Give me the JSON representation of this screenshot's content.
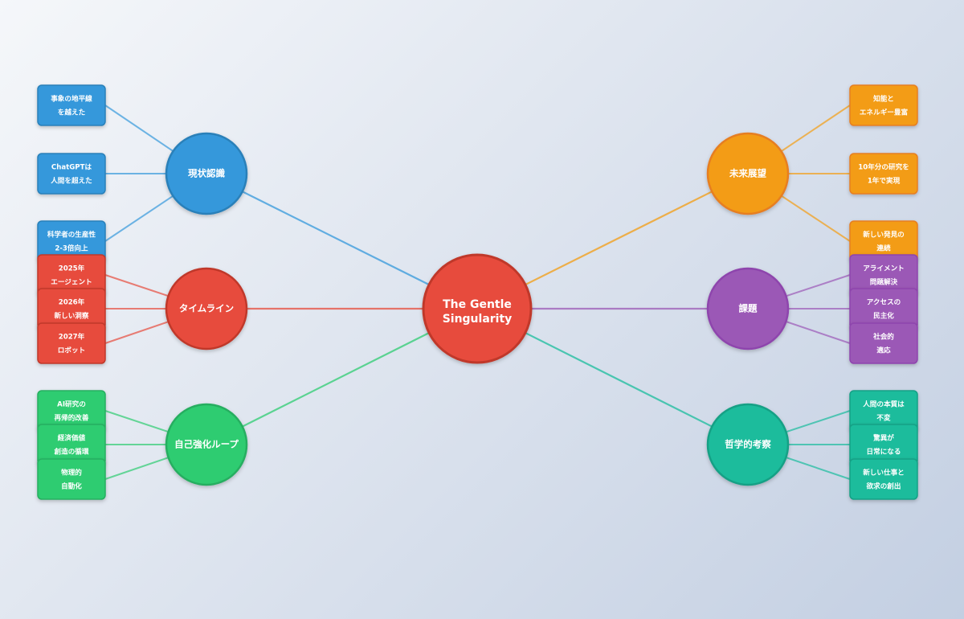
{
  "center": {
    "lines": [
      "The Gentle",
      "Singularity"
    ],
    "color": "#e74c3c",
    "stroke": "#c0392b"
  },
  "branches": [
    {
      "key": "genjo",
      "label": "現状認識",
      "color": "#3498db",
      "stroke": "#2980b9",
      "items": [
        [
          "事象の地平線",
          "を越えた"
        ],
        [
          "ChatGPTは",
          "人間を超えた"
        ],
        [
          "科学者の生産性",
          "2-3倍向上"
        ]
      ]
    },
    {
      "key": "timeline",
      "label": "タイムライン",
      "color": "#e74c3c",
      "stroke": "#c0392b",
      "items": [
        [
          "2025年",
          "エージェント"
        ],
        [
          "2026年",
          "新しい洞察"
        ],
        [
          "2027年",
          "ロボット"
        ]
      ]
    },
    {
      "key": "loop",
      "label": "自己強化ループ",
      "color": "#2ecc71",
      "stroke": "#27ae60",
      "items": [
        [
          "AI研究の",
          "再帰的改善"
        ],
        [
          "経済価値",
          "創造の循環"
        ],
        [
          "物理的",
          "自動化"
        ]
      ]
    },
    {
      "key": "future",
      "label": "未来展望",
      "color": "#f39c12",
      "stroke": "#e67e22",
      "items": [
        [
          "知能と",
          "エネルギー豊富"
        ],
        [
          "10年分の研究を",
          "1年で実現"
        ],
        [
          "新しい発見の",
          "連続"
        ]
      ]
    },
    {
      "key": "issues",
      "label": "課題",
      "color": "#9b59b6",
      "stroke": "#8e44ad",
      "items": [
        [
          "アライメント",
          "問題解決"
        ],
        [
          "アクセスの",
          "民主化"
        ],
        [
          "社会的",
          "適応"
        ]
      ]
    },
    {
      "key": "philosophy",
      "label": "哲学的考察",
      "color": "#1abc9c",
      "stroke": "#16a085",
      "items": [
        [
          "人間の本質は",
          "不変"
        ],
        [
          "驚異が",
          "日常になる"
        ],
        [
          "新しい仕事と",
          "欲求の創出"
        ]
      ]
    }
  ]
}
